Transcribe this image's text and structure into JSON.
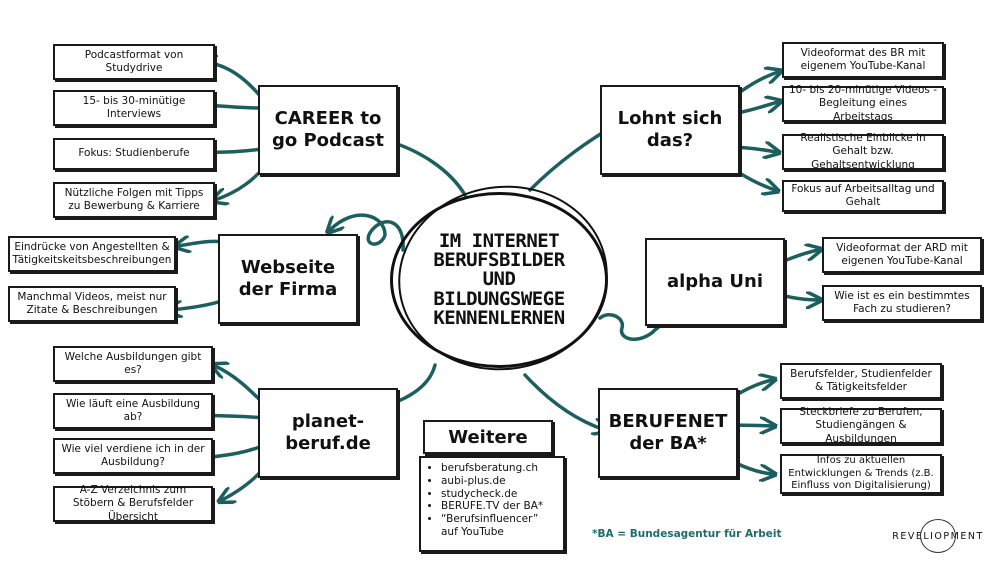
{
  "center": {
    "line1": "IM INTERNET",
    "line2": "BERUFSBILDER",
    "line3": "UND",
    "line4": "BILDUNGSWEGE",
    "line5": "KENNENLERNEN"
  },
  "career": {
    "title1": "CAREER to",
    "title2": "go Podcast",
    "items": [
      "Podcastformat von Studydrive",
      "15- bis 30-minütige Interviews",
      "Fokus: Studienberufe",
      "Nützliche Folgen mit Tipps zu Bewerbung & Karriere"
    ]
  },
  "firma": {
    "title1": "Webseite",
    "title2": "der Firma",
    "items": [
      "Eindrücke von Angestellten & Tätigkeitskeitsbeschreibungen",
      "Manchmal Videos, meist nur Zitate & Beschreibungen"
    ]
  },
  "planet": {
    "title1": "planet-",
    "title2": "beruf.de",
    "items": [
      "Welche Ausbildungen gibt es?",
      "Wie läuft eine Ausbildung ab?",
      "Wie viel verdiene ich in der Ausbildung?",
      "A-Z Verzeichnis zum Stöbern & Berufsfelder Übersicht"
    ]
  },
  "lohnt": {
    "title1": "Lohnt sich",
    "title2": "das?",
    "items": [
      "Videoformat des BR mit eigenem YouTube-Kanal",
      "10- bis 20-minütige Videos - Begleitung eines Arbeitstags",
      "Realistische Einblicke in Gehalt bzw. Gehaltsentwicklung",
      "Fokus auf Arbeitsalltag und Gehalt"
    ]
  },
  "alpha": {
    "title": "alpha Uni",
    "items": [
      "Videoformat der ARD mit eigenen YouTube-Kanal",
      "Wie ist es ein bestimmtes Fach zu studieren?"
    ]
  },
  "berufenet": {
    "title1": "BERUFENET",
    "title2": "der BA*",
    "items": [
      "Berufsfelder, Studienfelder & Tätigkeitsfelder",
      "Steckbriefe zu Berufen, Studiengängen & Ausbildungen",
      "Infos zu aktuellen Entwicklungen & Trends (z.B. Einfluss von Digitalisierung)"
    ]
  },
  "weitere": {
    "title": "Weitere",
    "items": [
      "berufsberatung.ch",
      "aubi-plus.de",
      "studycheck.de",
      "BERUFE.TV der BA*",
      "“Berufsinfluencer” auf YouTube"
    ]
  },
  "footnote": "*BA = Bundesagentur für Arbeit",
  "logo": "REVELIOPMENT",
  "colors": {
    "arrow": "#1d5f5f",
    "footnote": "#1d6b6b",
    "border": "#1a1a1a"
  }
}
